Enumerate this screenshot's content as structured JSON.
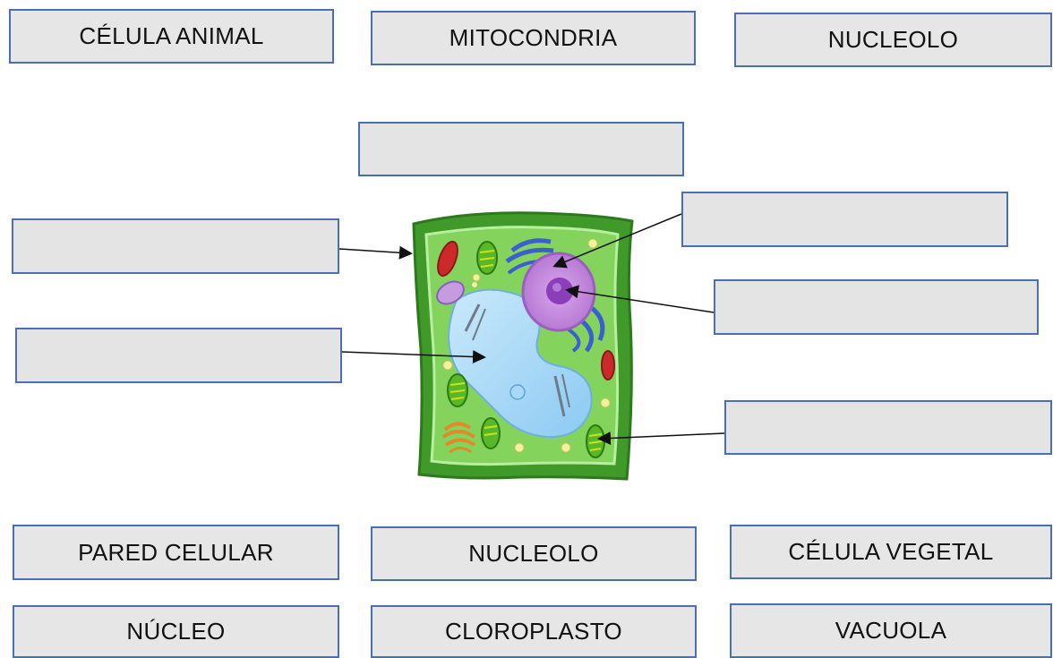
{
  "word_bank_top": [
    "CÉLULA ANIMAL",
    "MITOCONDRIA",
    "NUCLEOLO"
  ],
  "word_bank_bottom_row1": [
    "PARED CELULAR",
    "NUCLEOLO",
    "CÉLULA VEGETAL"
  ],
  "word_bank_bottom_row2": [
    "NÚCLEO",
    "CLOROPLASTO",
    "VACUOLA"
  ],
  "blank_labels": {
    "title": "",
    "cell_wall": "",
    "vacuole": "",
    "nucleus": "",
    "nucleolus": "",
    "chloroplast": ""
  },
  "colors": {
    "box_fill": "#e6e6e6",
    "box_border": "#4a6fb3",
    "cell_wall": "#3f9a2a",
    "cytoplasm": "#7fd05a",
    "vacuole": "#9fd4f5",
    "nucleus": "#c98fe0",
    "nucleolus": "#8a3fb8"
  }
}
